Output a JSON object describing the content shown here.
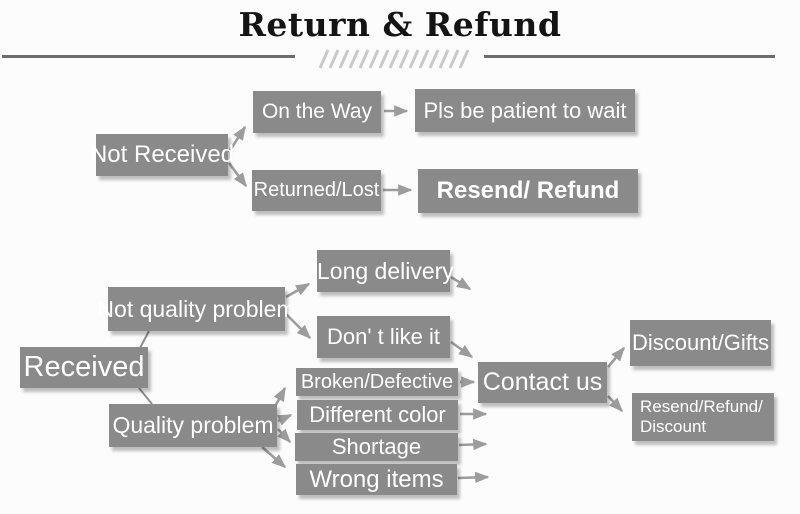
{
  "header": {
    "title": "Return & Refund"
  },
  "colors": {
    "background": "#fcfcfc",
    "node_fill": "#8a8a8a",
    "node_text": "#ffffff",
    "arrow": "#9c9c9c",
    "rule": "#6d6d6d",
    "hatch": "#c9c9c9",
    "title_text": "#141414"
  },
  "nodes": {
    "not_received": "Not Received",
    "on_the_way": "On the Way",
    "pls_be_patient": "Pls be patient to wait",
    "returned_lost": "Returned/Lost",
    "resend_refund": "Resend/ Refund",
    "received": "Received",
    "not_quality_problem": "Not quality problem",
    "long_delivery": "Long delivery",
    "dont_like_it": "Don' t like it",
    "quality_problem": "Quality problem",
    "broken_defective": "Broken/Defective",
    "different_color": "Different color",
    "shortage": "Shortage",
    "wrong_items": "Wrong items",
    "contact_us": "Contact us",
    "discount_gifts": "Discount/Gifts",
    "resend_refund_discount_line1": "Resend/Refund/",
    "resend_refund_discount_line2": "Discount"
  },
  "edges": [
    {
      "from": "Not Received",
      "to": "On the Way"
    },
    {
      "from": "Not Received",
      "to": "Returned/Lost"
    },
    {
      "from": "On the Way",
      "to": "Pls be patient to wait"
    },
    {
      "from": "Returned/Lost",
      "to": "Resend/ Refund"
    },
    {
      "from": "Received",
      "to": "Not quality problem"
    },
    {
      "from": "Received",
      "to": "Quality problem"
    },
    {
      "from": "Not quality problem",
      "to": "Long delivery"
    },
    {
      "from": "Not quality problem",
      "to": "Don' t like it"
    },
    {
      "from": "Long delivery",
      "to": "Contact us"
    },
    {
      "from": "Don' t like it",
      "to": "Contact us"
    },
    {
      "from": "Quality problem",
      "to": "Broken/Defective"
    },
    {
      "from": "Quality problem",
      "to": "Different color"
    },
    {
      "from": "Quality problem",
      "to": "Shortage"
    },
    {
      "from": "Quality problem",
      "to": "Wrong items"
    },
    {
      "from": "Broken/Defective",
      "to": "Contact us"
    },
    {
      "from": "Different color",
      "to": "Contact us"
    },
    {
      "from": "Shortage",
      "to": "Contact us"
    },
    {
      "from": "Wrong items",
      "to": "Contact us"
    },
    {
      "from": "Contact us",
      "to": "Discount/Gifts"
    },
    {
      "from": "Contact us",
      "to": "Resend/Refund/Discount"
    }
  ]
}
